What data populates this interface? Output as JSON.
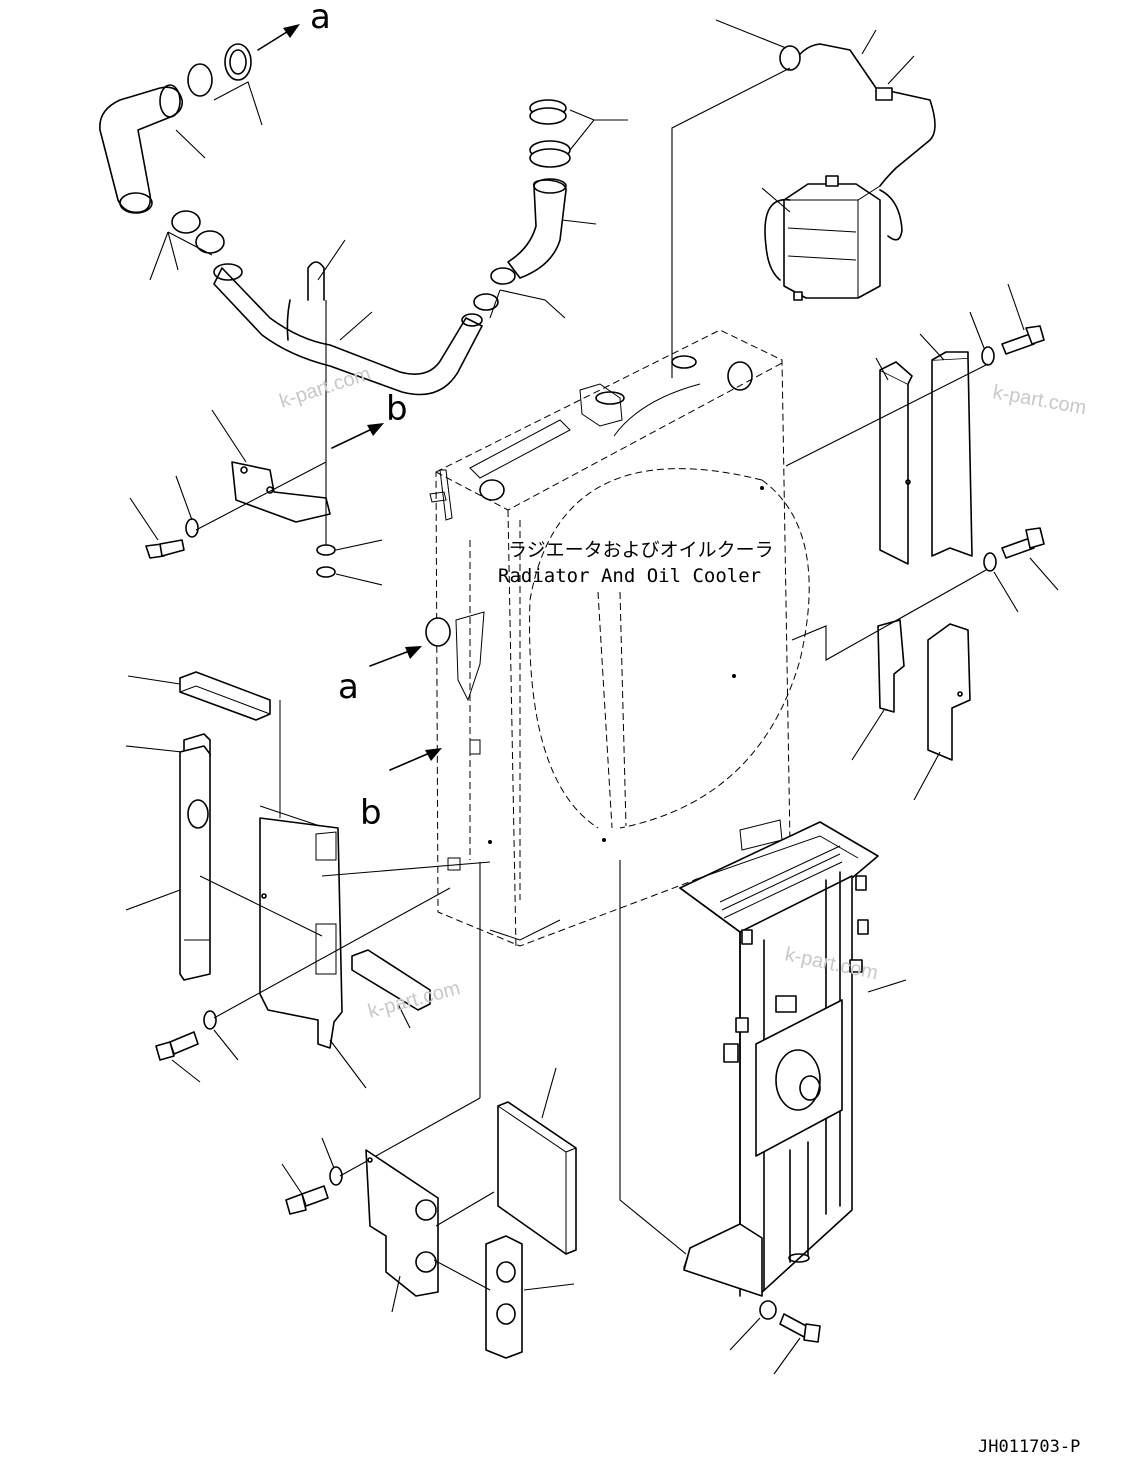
{
  "title_jp": "ラジエータおよびオイルクーラ",
  "title_en": "Radiator And Oil Cooler",
  "callouts": {
    "a_top": "a",
    "b_top": "b",
    "a_mid": "a",
    "b_mid": "b"
  },
  "watermarks": [
    "k-part.com",
    "k-part.com",
    "k-part.com",
    "k-part.com"
  ],
  "drawing_code": "JH011703-P"
}
